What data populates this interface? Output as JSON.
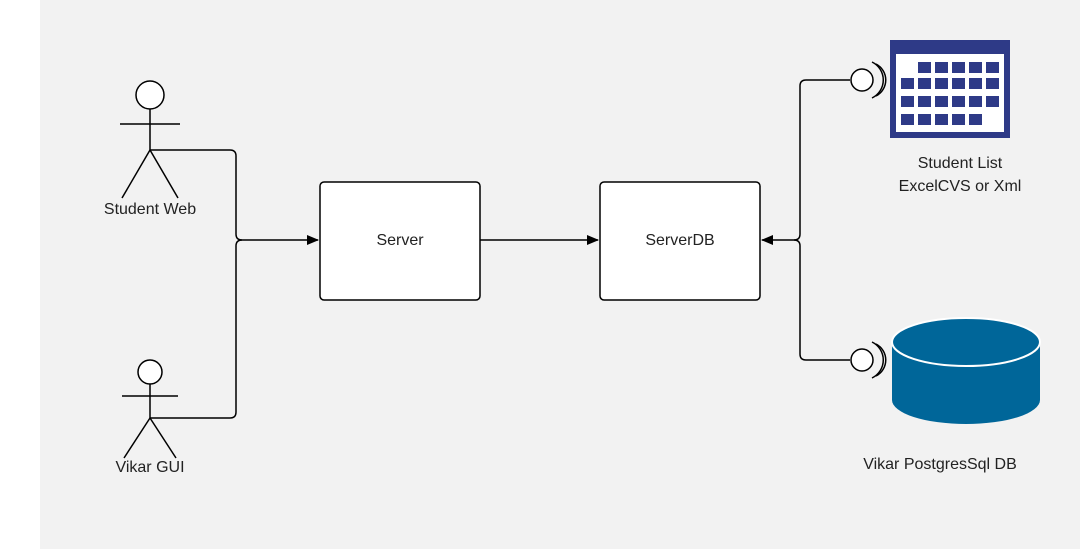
{
  "colors": {
    "background": "#f2f2f2",
    "stroke": "#000000",
    "box_fill": "#ffffff",
    "calendar_blue": "#2e3a87",
    "database_blue": "#006699"
  },
  "actors": {
    "student_web": "Student Web",
    "vikar_gui": "Vikar GUI"
  },
  "boxes": {
    "server": "Server",
    "serverdb": "ServerDB"
  },
  "resources": {
    "student_list_line1": "Student List",
    "student_list_line2": "ExcelCVS or Xml",
    "database": "Vikar PostgresSql DB"
  },
  "icons": {
    "calendar": "calendar-icon",
    "database": "database-cylinder-icon",
    "interface": "required-interface-socket-icon",
    "actor": "stick-figure-actor-icon"
  }
}
